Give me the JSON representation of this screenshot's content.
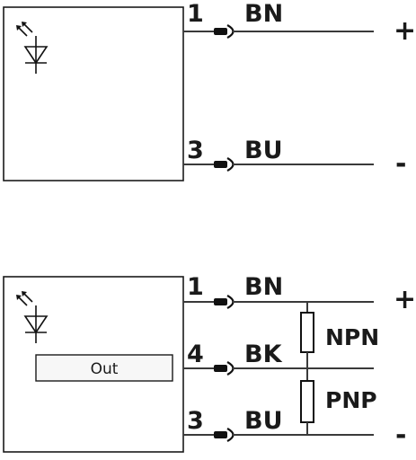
{
  "diagram": {
    "top": {
      "pins": [
        {
          "number": "1",
          "color": "BN",
          "polarity": "+"
        },
        {
          "number": "3",
          "color": "BU",
          "polarity": "-"
        }
      ]
    },
    "bottom": {
      "output_label": "Out",
      "pins": [
        {
          "number": "1",
          "color": "BN",
          "polarity": "+"
        },
        {
          "number": "4",
          "color": "BK",
          "polarity": ""
        },
        {
          "number": "3",
          "color": "BU",
          "polarity": "-"
        }
      ],
      "resistors": {
        "upper": "NPN",
        "lower": "PNP"
      }
    }
  }
}
